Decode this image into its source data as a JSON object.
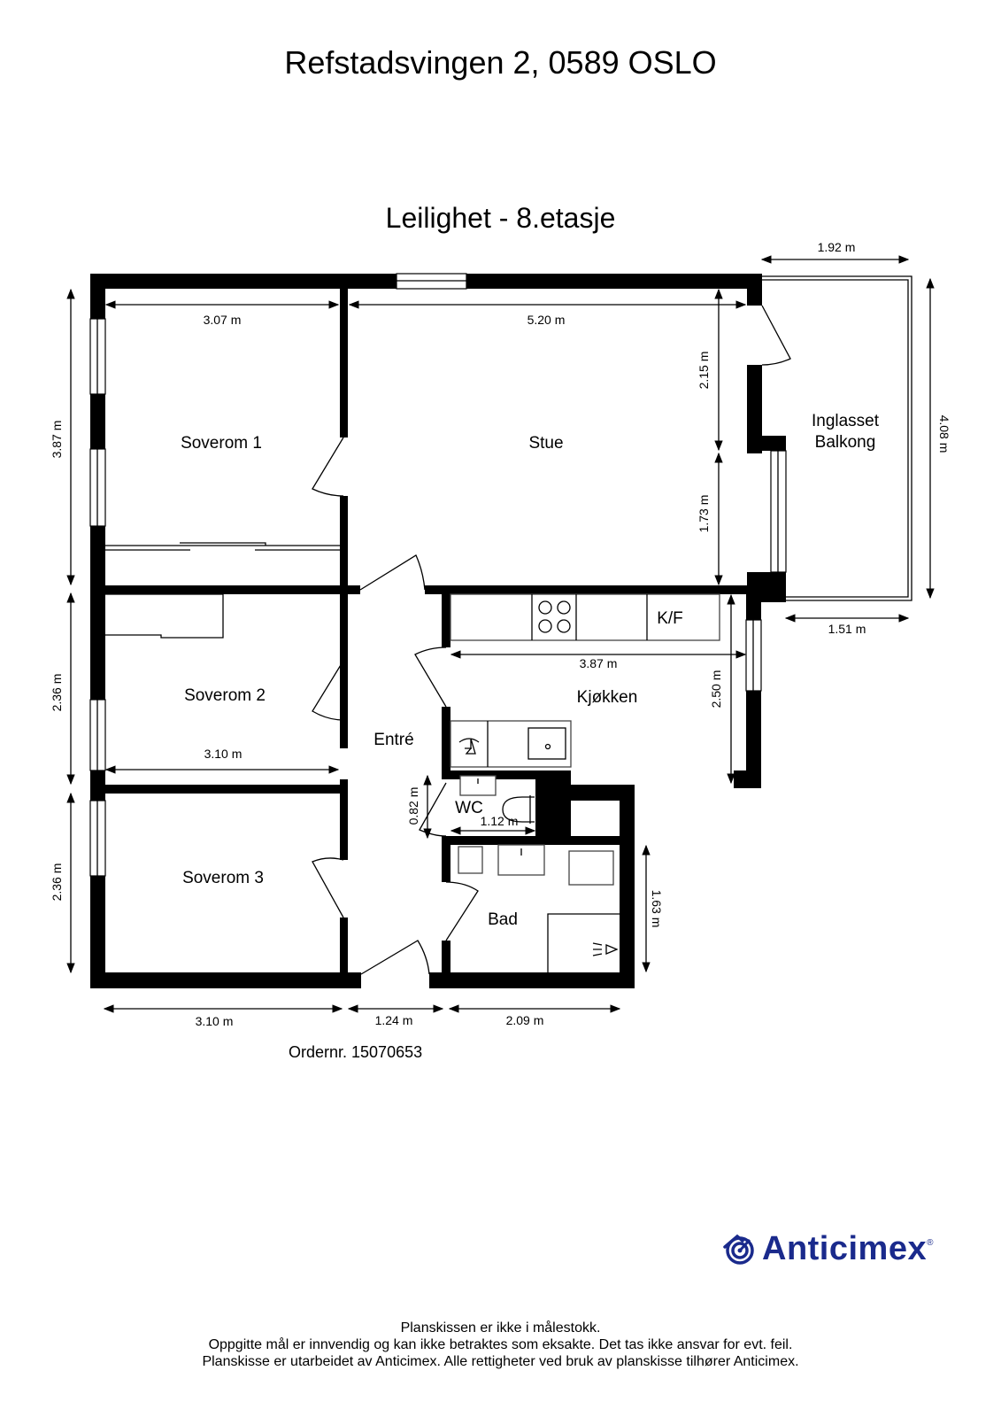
{
  "header": {
    "address": "Refstadsvingen 2, 0589 OSLO",
    "floor_title": "Leilighet  - 8.etasje"
  },
  "rooms": {
    "soverom1": "Soverom 1",
    "stue": "Stue",
    "balkong_line1": "Inglasset",
    "balkong_line2": "Balkong",
    "soverom2": "Soverom 2",
    "soverom3": "Soverom  3",
    "entre": "Entré",
    "kjokken": "Kjøkken",
    "kf": "K/F",
    "wc": "WC",
    "bad": "Bad"
  },
  "dimensions": {
    "soverom1_width": "3.07 m",
    "stue_width": "5.20 m",
    "balkong_width_top": "1.92 m",
    "balkong_height": "4.08 m",
    "balkong_width_bottom": "1.51 m",
    "stue_upper": "2.15 m",
    "stue_lower": "1.73 m",
    "soverom1_height": "3.87 m",
    "soverom2_height": "2.36 m",
    "soverom3_height": "2.36 m",
    "soverom2_width": "3.10 m",
    "kjokken_width": "3.87 m",
    "kjokken_height": "2.50 m",
    "wc_height": "0.82 m",
    "wc_width": "1.12 m",
    "bad_height": "1.63 m",
    "bottom_left": "3.10 m",
    "bottom_mid": "1.24 m",
    "bottom_right": "2.09 m"
  },
  "order": "Ordernr. 15070653",
  "logo": {
    "name": "Anticimex",
    "color": "#1a2a8c",
    "icon": "anticimex-logo-icon"
  },
  "disclaimer": [
    "Planskissen er ikke i målestokk.",
    "Oppgitte mål er innvendig og kan ikke betraktes som eksakte. Det tas ikke ansvar for evt. feil.",
    "Planskisse er utarbeidet av Anticimex. Alle rettigheter ved bruk av planskisse tilhører Anticimex."
  ]
}
